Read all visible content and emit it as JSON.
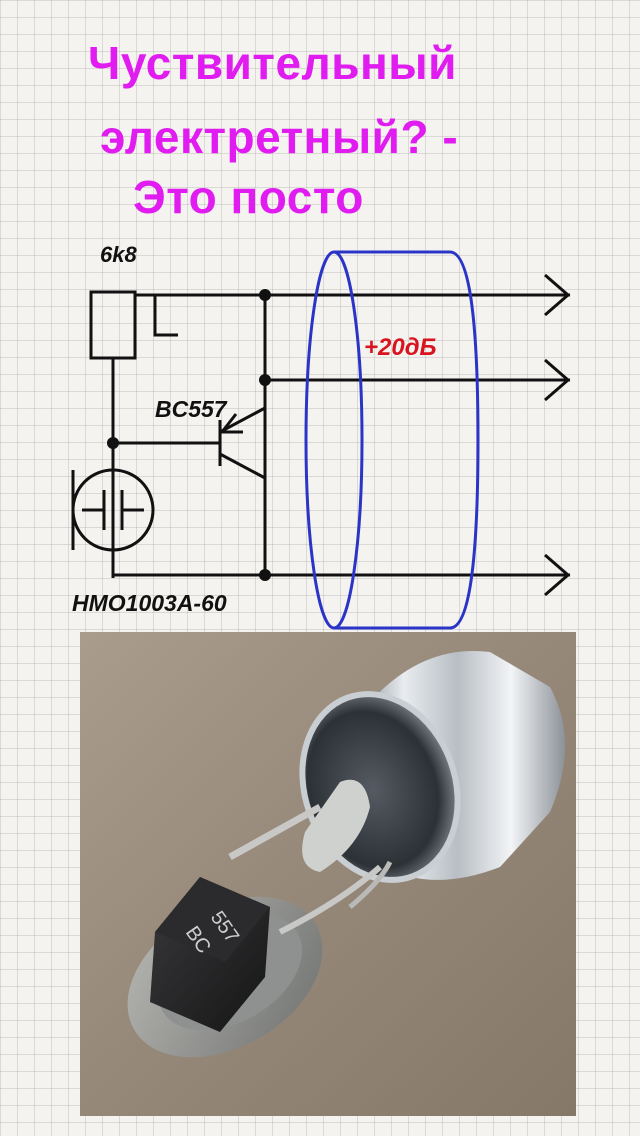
{
  "title": {
    "line1": "Чуствительный",
    "line2": "электретный? -",
    "line3": "Это посто"
  },
  "schematic": {
    "resistor_label": "6k8",
    "transistor_label": "BC557",
    "microphone_label": "HMO1003A-60",
    "gain_label": "+20дБ",
    "colors": {
      "title": "#e01cf0",
      "wires": "#111111",
      "shield": "#2a35c8",
      "gain": "#d8141e"
    }
  },
  "photo": {
    "transistor_marking_line1": "557",
    "transistor_marking_line2": "BC"
  }
}
